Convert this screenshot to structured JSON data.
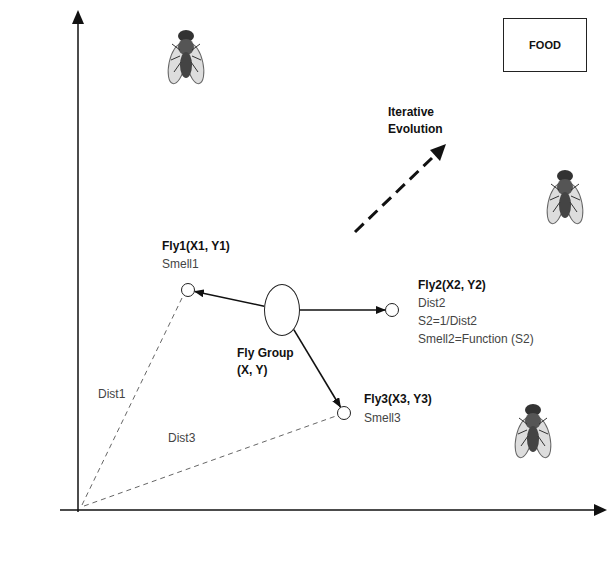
{
  "diagram": {
    "nodes": [
      {
        "text": [
          "FOOD"
        ]
      },
      {
        "text": [
          "Fly1(X1, Y1)",
          "Smell1"
        ]
      },
      {
        "text": [
          "Fly Group (X, Y)"
        ]
      },
      {
        "text": [
          "Fly2(X2, Y2)",
          "Dist2",
          "S2=1/Dist2",
          "Smell2=Function (S2)"
        ]
      },
      {
        "text": [
          "Fly3(X3, Y3)",
          "Smell3"
        ]
      }
    ],
    "edges": [
      {
        "from": 2,
        "to": 1,
        "arrow": "to"
      },
      {
        "from": 2,
        "to": 3,
        "arrow": "to"
      },
      {
        "from": 2,
        "to": 4,
        "arrow": "to"
      }
    ],
    "labels": [
      "Iterative Evolution",
      "Dist1",
      "Dist3"
    ]
  }
}
